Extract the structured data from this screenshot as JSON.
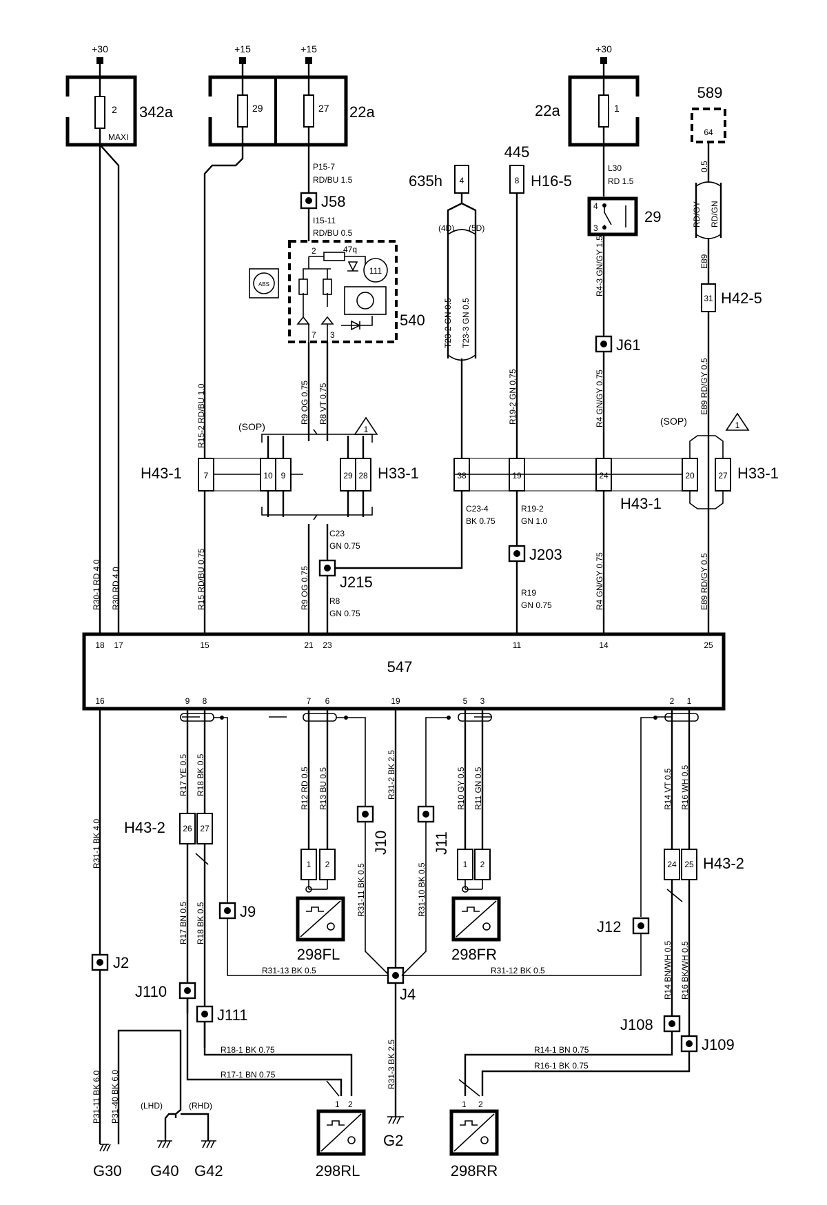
{
  "power": {
    "p30_left": "+30",
    "p15_a": "+15",
    "p15_b": "+15",
    "p30_right": "+30"
  },
  "fuses": {
    "f342a_label": "342a",
    "f342a_num": "2",
    "f342a_type": "MAXI",
    "f22a_left_label": "22a",
    "f29_num": "29",
    "f27_num": "27",
    "f22a_right_label": "22a",
    "f1_num": "1",
    "f589_label": "589",
    "f589_num": "64"
  },
  "connectors": {
    "c635h_label": "635h",
    "c635h_pin": "4",
    "c445_label": "445",
    "c445_pin": "8",
    "h16_5": "H16-5",
    "h43_1_left": "H43-1",
    "h43_1_right": "H43-1",
    "h33_1_left": "H33-1",
    "h33_1_right": "H33-1",
    "h42_5": "H42-5",
    "h42_5_pin": "31",
    "h43_2_left": "H43-2",
    "h43_2_right": "H43-2",
    "pins_h43_1": [
      "7",
      "10",
      "9",
      "38",
      "19",
      "24",
      "20"
    ],
    "pins_h33_1": [
      "29",
      "28",
      "27"
    ],
    "pins_h43_2": [
      "26",
      "27",
      "24",
      "25"
    ],
    "sop_left": "(SOP)",
    "sop_right": "(SOP)",
    "warn": "1",
    "g4d": "(4D)",
    "g5d": "(5D)",
    "lhd": "(LHD)",
    "rhd": "(RHD)"
  },
  "relay": {
    "label": "29",
    "pin4": "4",
    "pin3": "3"
  },
  "module540": {
    "label": "540",
    "p2": "2",
    "p7": "7",
    "p3": "3",
    "led": "47q",
    "lamp": "111",
    "abs": "ABS"
  },
  "ecu": {
    "label": "547",
    "top_pins": [
      "18",
      "17",
      "15",
      "21",
      "23",
      "11",
      "14",
      "25"
    ],
    "bottom_pins": [
      "16",
      "9",
      "8",
      "7",
      "6",
      "19",
      "5",
      "3",
      "2",
      "1"
    ]
  },
  "splices": [
    "J58",
    "J61",
    "J203",
    "J215",
    "J2",
    "J9",
    "J10",
    "J11",
    "J12",
    "J4",
    "J110",
    "J111",
    "J108",
    "J109"
  ],
  "grounds": [
    "G30",
    "G40",
    "G42",
    "G2"
  ],
  "sensors": [
    "298FL",
    "298FR",
    "298RL",
    "298RR"
  ],
  "sensor_pins": {
    "p1": "1",
    "p2": "2"
  },
  "wires": {
    "p15_7": "P15-7",
    "p15_7b": "RD/BU  1.5",
    "i15_11": "I15-11",
    "i15_11b": "RD/BU  0.5",
    "l30": "L30",
    "l30b": "RD   1.5",
    "r15_2": "R15-2  RD/BU  1.0",
    "r9_top": "R9   OG  0.75",
    "r8_top": "R8   VT  0.75",
    "t23_2": "T23-2   GN  0.5",
    "t23_3": "T23-3   GN  0.5",
    "r19_2v": "R19-2   GN  0.75",
    "r4_3": "R4-3   GN/GY   1.5",
    "r4_top": "R4   GN/GY  0.75",
    "e89_05": "0.5",
    "e89_rdgy": "RD/GY",
    "e89_rdgn": "RD/GN",
    "e89_a": "E89",
    "e89_b": "E89   RD/GY   0.5",
    "e89_c": "E89   RD/GY   0.5",
    "r30_1": "R30-1   RD   4.0",
    "r30": "R30   RD   4.0",
    "r15": "R15   RD/BU   0.75",
    "r9_bot": "R9   OG   0.75",
    "c23": "C23",
    "c23b": "GN  0.75",
    "r8": "R8",
    "r8b": "GN  0.75",
    "c23_4": "C23-4",
    "c23_4b": "BK  0.75",
    "r19_2": "R19-2",
    "r19_2b": "GN  1.0",
    "r19": "R19",
    "r19b": "GN  0.75",
    "r4_bot": "R4   GN/GY   0.75",
    "r31_1": "R31-1   BK   4.0",
    "r17": "R17   YE   0.5",
    "r18": "R18   BK   0.5",
    "r12": "R12   RD   0.5",
    "r13": "R13   BU   0.5",
    "r31_2": "R31-2   BK   2.5",
    "r10": "R10   GY   0.5",
    "r11": "R11   GN   0.5",
    "r14": "R14   VT   0.5",
    "r16": "R16   WH   0.5",
    "r17b": "R17   BN   0.5",
    "r18b": "R18   BK   0.5",
    "r31_11": "R31-11   BK   0.5",
    "r31_10": "R31-10   BK   0.5",
    "r14b": "R14   BN/WH   0.5",
    "r16b": "R16   BK/WH   0.5",
    "r31_13": "R31-13   BK   0.5",
    "r31_12": "R31-12   BK   0.5",
    "r31_3": "R31-3   BK   2.5",
    "p31_11": "P31-11   BK   6.0",
    "p31_40": "P31-40   BK   6.0",
    "r18_1": "R18-1   BK   0.75",
    "r17_1": "R17-1   BN   0.75",
    "r14_1": "R14-1   BN   0.75",
    "r16_1": "R16-1   BK   0.75"
  }
}
